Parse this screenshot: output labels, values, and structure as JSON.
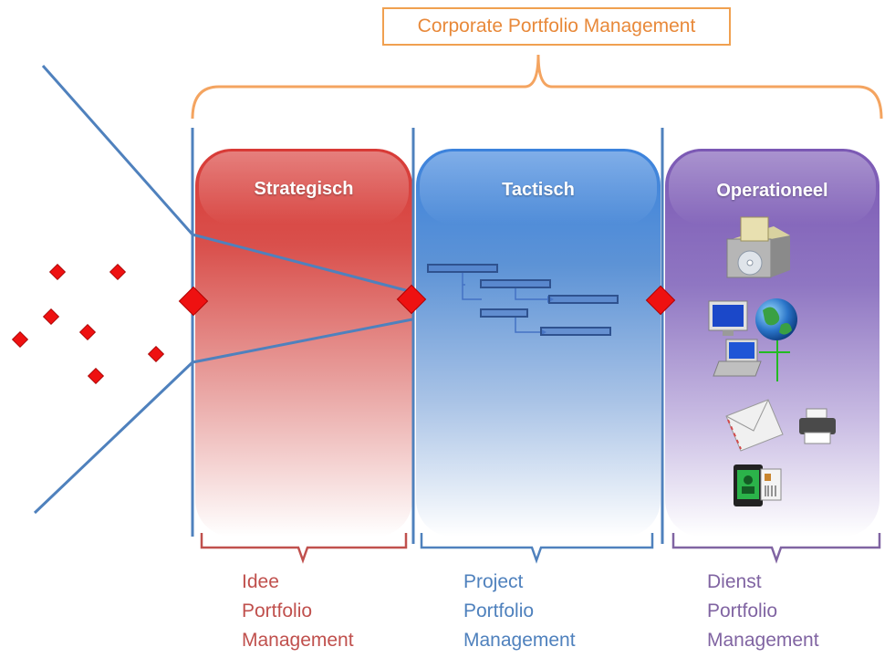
{
  "title": "Corporate Portfolio Management",
  "columns": [
    {
      "id": "strategisch",
      "title": "Strategisch",
      "color": "#d84640",
      "label": [
        "Idee",
        "Portfolio",
        "Management"
      ],
      "label_color": "#c0504d"
    },
    {
      "id": "tactisch",
      "title": "Tactisch",
      "color": "#3f7fd4",
      "label": [
        "Project",
        "Portfolio",
        "Management"
      ],
      "label_color": "#4f81bd"
    },
    {
      "id": "operationeel",
      "title": "Operationeel",
      "color": "#7f5fb6",
      "label": [
        "Dienst",
        "Portfolio",
        "Management"
      ],
      "label_color": "#8064a2"
    }
  ],
  "colors": {
    "funnel_line": "#4f81bd",
    "top_brace": "#f4a460",
    "diamond": "#ee1111",
    "gantt": "#4472c4"
  },
  "icons": [
    "software-box-icon",
    "network-computers-icon",
    "globe-icon",
    "envelope-icon",
    "printer-icon",
    "id-card-icon"
  ]
}
